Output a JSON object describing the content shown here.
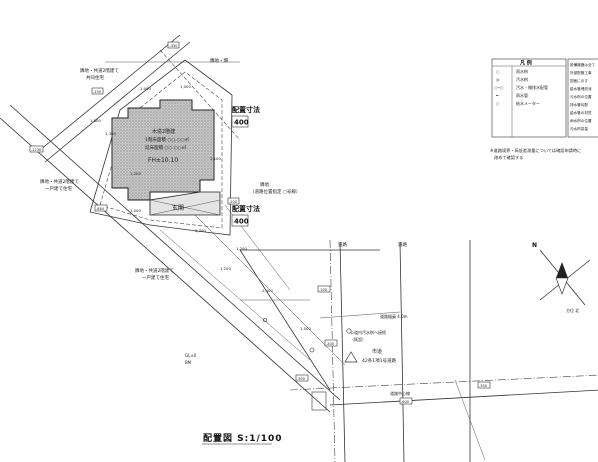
{
  "drawing": {
    "title": "配置図 S:1/100",
    "building_label": "木造2階建",
    "building_sub1": "1階床面積 ○○.○○㎡",
    "building_sub2": "延床面積 ○○.○○㎡",
    "fh_label": "FH±10.10",
    "setback_top": "配置寸法",
    "setback_top_value": "400",
    "setback_bottom": "配置寸法",
    "setback_bottom_value": "400",
    "porch_label": "玄関",
    "site_note_ne": "隣地・畑",
    "site_note_nw1": "隣地・共道2階建て",
    "site_note_nw2": "共同住宅",
    "site_note_w1": "隣地・共道2階建て",
    "site_note_w2": "一戸建て住宅",
    "site_note_sw1": "隣地・共道2階建て",
    "site_note_sw2": "一戸建て住宅",
    "site_note_e1": "隣地",
    "site_note_e2": "（道路位置指定 ○号線）",
    "road_label_1": "道路",
    "road_label_2": "道路",
    "road_width_note": "道路幅員 4.0m",
    "road_name_1": "市道",
    "road_name_2": "42条1項1号道路",
    "road_center": "道路中心線",
    "access_note1": "公道内汚水桝へ接続",
    "access_note2": "（既設）",
    "gl_note_1": "GL±0",
    "gl_note_2": "BM",
    "dim_labels": [
      "1,000",
      "1,300",
      "1,200",
      "2,100",
      "1,000",
      "1,200",
      "2,400",
      "1,000",
      "1,500",
      "2,700",
      "1,200",
      "1,000"
    ],
    "level_tags": [
      "-450",
      "-1230",
      "-880",
      "-100",
      "-200",
      "-300",
      "-600",
      "-350",
      "-200",
      "-150"
    ]
  },
  "legend": {
    "title": "凡 例",
    "rows": [
      {
        "symbol": "○",
        "label": "雨水桝"
      },
      {
        "symbol": "◎",
        "label": "汚水桝"
      },
      {
        "symbol": "○─○",
        "label": "汚水・雑排水配管"
      },
      {
        "symbol": "━",
        "label": "雨水管"
      },
      {
        "symbol": "○",
        "label": "給水メーター"
      }
    ],
    "side_notes": [
      "設備機器は全て",
      "外部配管工事",
      "図面に示す",
      "給水管埋設深",
      "汚水桝の位置",
      "排水管勾配",
      "給水管の材質",
      "雨水桝の位置",
      "汚水桝容量"
    ],
    "footnote1": "※道路境界・高低差測量については確認申請時に",
    "footnote2": "改めて確認する"
  },
  "north": {
    "label": "N",
    "caption": "方位 北"
  }
}
